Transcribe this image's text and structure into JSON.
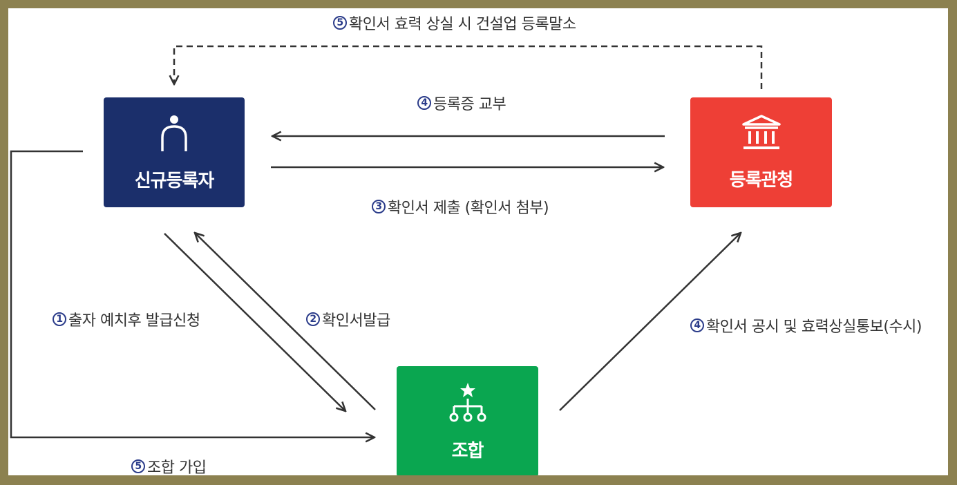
{
  "nodes": {
    "applicant": {
      "label": "신규등록자",
      "color": "#1b2f6b",
      "icon": "person-icon"
    },
    "office": {
      "label": "등록관청",
      "color": "#ee3f36",
      "icon": "government-building-icon"
    },
    "union": {
      "label": "조합",
      "color": "#0aa650",
      "icon": "organization-star-icon"
    }
  },
  "steps": [
    {
      "id": "s5-top",
      "num": "5",
      "text": "확인서 효력 상실 시 건설업 등록말소"
    },
    {
      "id": "s4-cert",
      "num": "4",
      "text": "등록증 교부"
    },
    {
      "id": "s3",
      "num": "3",
      "text": "확인서 제출 (확인서 첨부)"
    },
    {
      "id": "s1",
      "num": "1",
      "text": "출자 예치후 발급신청"
    },
    {
      "id": "s2",
      "num": "2",
      "text": "확인서발급"
    },
    {
      "id": "s4-notice",
      "num": "4",
      "text": "확인서 공시 및 효력상실통보(수시)"
    },
    {
      "id": "s5-join",
      "num": "5",
      "text": "조합 가입"
    }
  ],
  "colors": {
    "frame": "#8c8150",
    "line": "#333333",
    "number": "#2b3c8a"
  }
}
